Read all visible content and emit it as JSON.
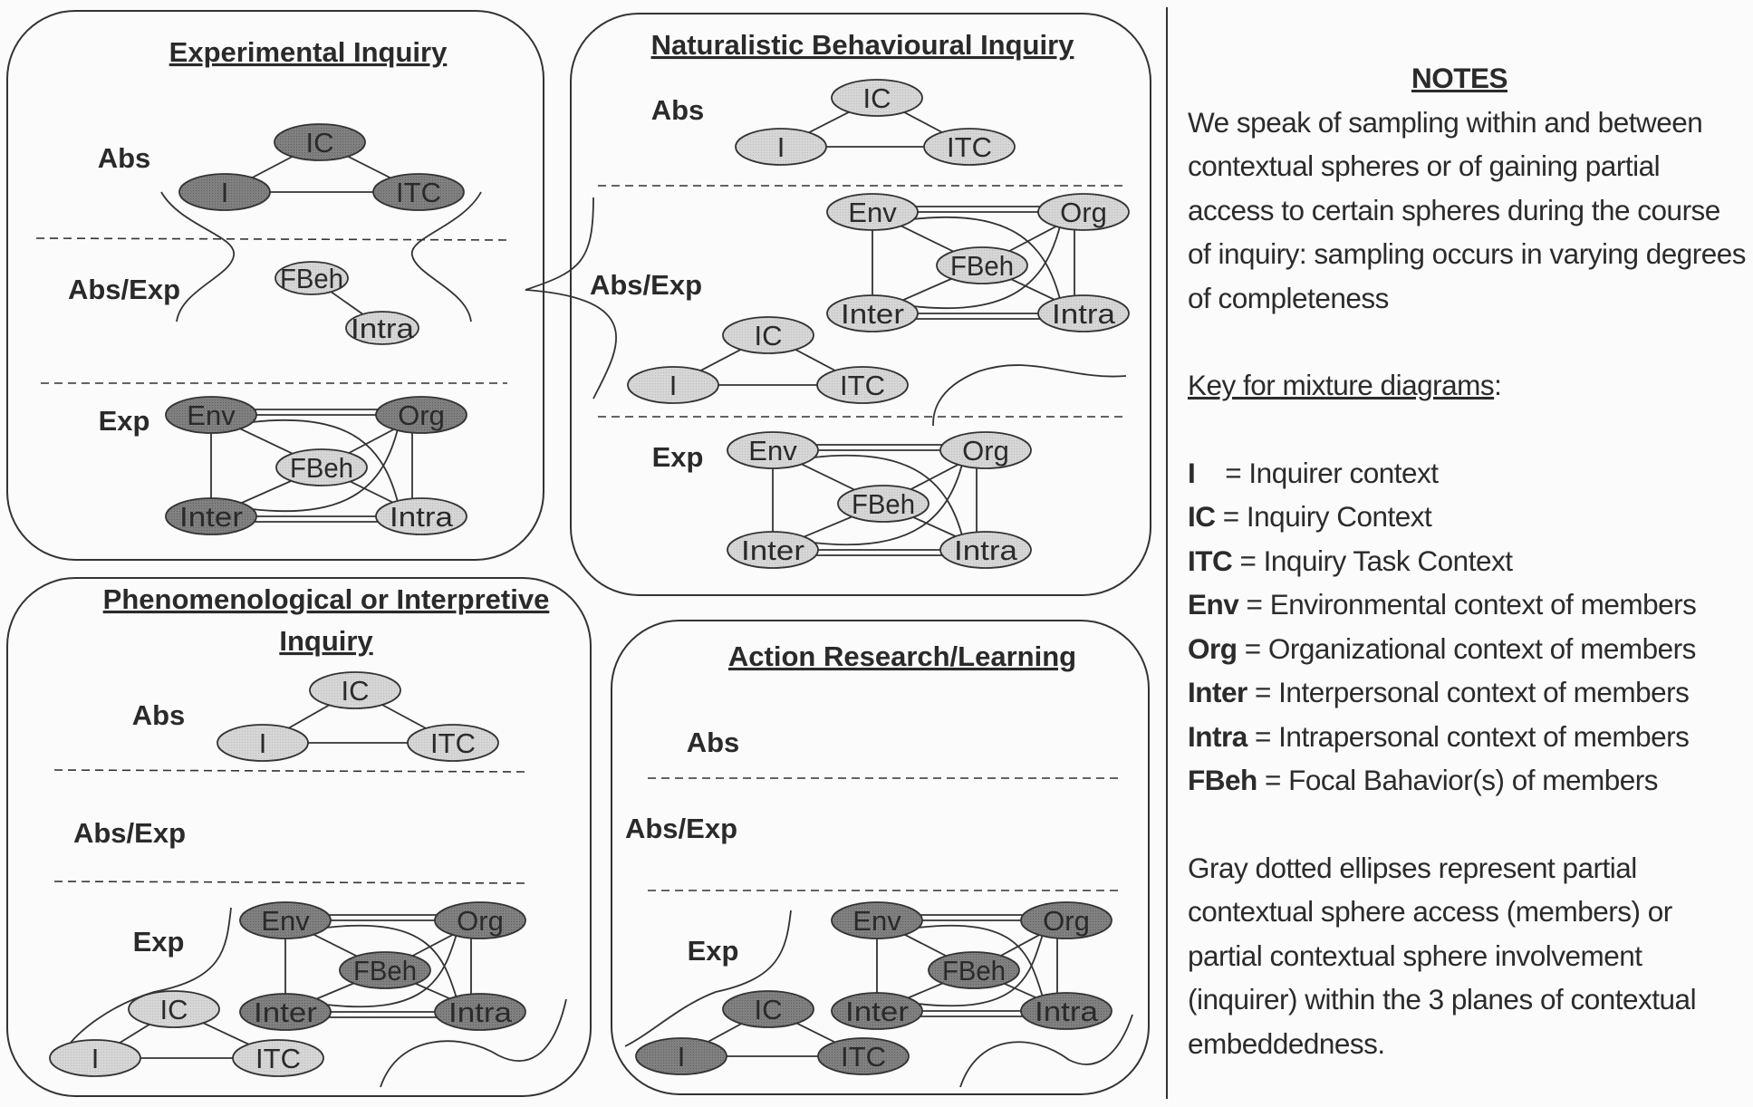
{
  "colors": {
    "member_partial": "#d3d3d3",
    "full_access": "#7d7d7d",
    "stroke": "#333333",
    "background": "#fbfbfb"
  },
  "plane_labels": {
    "abs": "Abs",
    "absexp": "Abs/Exp",
    "exp": "Exp"
  },
  "panels": [
    {
      "id": "experimental",
      "title": [
        "Experimental Inquiry"
      ],
      "planes": {
        "abs": {
          "nodes": [
            {
              "label": "IC",
              "shade": "dark"
            },
            {
              "label": "I",
              "shade": "dark"
            },
            {
              "label": "ITC",
              "shade": "dark"
            }
          ]
        },
        "absexp": {
          "nodes": [
            {
              "label": "FBeh",
              "shade": "light"
            },
            {
              "label": "Intra",
              "shade": "light"
            }
          ]
        },
        "exp": {
          "nodes": [
            {
              "label": "Env",
              "shade": "dark"
            },
            {
              "label": "Org",
              "shade": "dark"
            },
            {
              "label": "FBeh",
              "shade": "light"
            },
            {
              "label": "Inter",
              "shade": "dark"
            },
            {
              "label": "Intra",
              "shade": "light"
            }
          ]
        }
      }
    },
    {
      "id": "naturalistic",
      "title": [
        "Naturalistic Behavioural Inquiry"
      ],
      "planes": {
        "abs": {
          "nodes": [
            {
              "label": "IC",
              "shade": "light"
            },
            {
              "label": "I",
              "shade": "light"
            },
            {
              "label": "ITC",
              "shade": "light"
            }
          ]
        },
        "absexp": {
          "nodes": [
            {
              "label": "Env",
              "shade": "light"
            },
            {
              "label": "Org",
              "shade": "light"
            },
            {
              "label": "FBeh",
              "shade": "light"
            },
            {
              "label": "Inter",
              "shade": "light"
            },
            {
              "label": "Intra",
              "shade": "light"
            },
            {
              "label": "IC",
              "shade": "light"
            },
            {
              "label": "I",
              "shade": "light"
            },
            {
              "label": "ITC",
              "shade": "light"
            }
          ]
        },
        "exp": {
          "nodes": [
            {
              "label": "Env",
              "shade": "light"
            },
            {
              "label": "Org",
              "shade": "light"
            },
            {
              "label": "FBeh",
              "shade": "light"
            },
            {
              "label": "Inter",
              "shade": "light"
            },
            {
              "label": "Intra",
              "shade": "light"
            }
          ]
        }
      }
    },
    {
      "id": "phenomenological",
      "title": [
        "Phenomenological or Interpretive",
        "Inquiry"
      ],
      "planes": {
        "abs": {
          "nodes": [
            {
              "label": "IC",
              "shade": "light"
            },
            {
              "label": "I",
              "shade": "light"
            },
            {
              "label": "ITC",
              "shade": "light"
            }
          ]
        },
        "absexp": {
          "nodes": []
        },
        "exp": {
          "nodes": [
            {
              "label": "Env",
              "shade": "dark"
            },
            {
              "label": "Org",
              "shade": "dark"
            },
            {
              "label": "FBeh",
              "shade": "dark"
            },
            {
              "label": "Inter",
              "shade": "dark"
            },
            {
              "label": "Intra",
              "shade": "dark"
            },
            {
              "label": "IC",
              "shade": "light"
            },
            {
              "label": "I",
              "shade": "light"
            },
            {
              "label": "ITC",
              "shade": "light"
            }
          ]
        }
      }
    },
    {
      "id": "action-research",
      "title": [
        "Action Research/Learning"
      ],
      "planes": {
        "abs": {
          "nodes": []
        },
        "absexp": {
          "nodes": []
        },
        "exp": {
          "nodes": [
            {
              "label": "Env",
              "shade": "dark"
            },
            {
              "label": "Org",
              "shade": "dark"
            },
            {
              "label": "FBeh",
              "shade": "dark"
            },
            {
              "label": "Inter",
              "shade": "dark"
            },
            {
              "label": "Intra",
              "shade": "dark"
            },
            {
              "label": "IC",
              "shade": "dark"
            },
            {
              "label": "I",
              "shade": "dark"
            },
            {
              "label": "ITC",
              "shade": "dark"
            }
          ]
        }
      }
    }
  ],
  "notes": {
    "title": "NOTES",
    "intro": "We speak of sampling within and between contextual spheres or of gaining partial access to certain spheres during the course of inquiry: sampling occurs in varying degrees of completeness",
    "key_title": "Key for mixture diagrams",
    "key_title_suffix": ":",
    "key": [
      {
        "abbr": "I",
        "sep": "    = ",
        "meaning": "Inquirer context"
      },
      {
        "abbr": "IC",
        "sep": " = ",
        "meaning": "Inquiry Context"
      },
      {
        "abbr": "ITC",
        "sep": " = ",
        "meaning": "Inquiry Task Context"
      },
      {
        "abbr": "Env",
        "sep": " = ",
        "meaning": "Environmental context of members"
      },
      {
        "abbr": "Org",
        "sep": " = ",
        "meaning": "Organizational context of members"
      },
      {
        "abbr": "Inter",
        "sep": " = ",
        "meaning": "Interpersonal context of members"
      },
      {
        "abbr": "Intra",
        "sep": " = ",
        "meaning": "Intrapersonal context of members"
      },
      {
        "abbr": "FBeh",
        "sep": " = ",
        "meaning": "Focal Bahavior(s) of members"
      }
    ],
    "footer": "Gray dotted ellipses represent partial contextual sphere access (members) or partial contextual sphere involvement (inquirer) within the 3 planes of contextual embeddedness."
  }
}
